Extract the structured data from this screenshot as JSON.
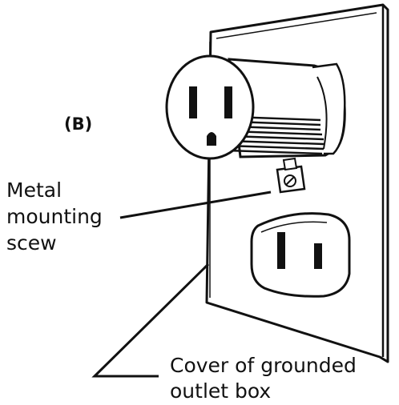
{
  "figure": {
    "panel_label": "(B)",
    "screw_label": [
      "Metal",
      "mounting",
      "scew"
    ],
    "cover_label": [
      "Cover of grounded",
      "outlet box"
    ]
  },
  "colors": {
    "ink": "#111111",
    "plate": "#ffffff",
    "background": "#ffffff"
  }
}
